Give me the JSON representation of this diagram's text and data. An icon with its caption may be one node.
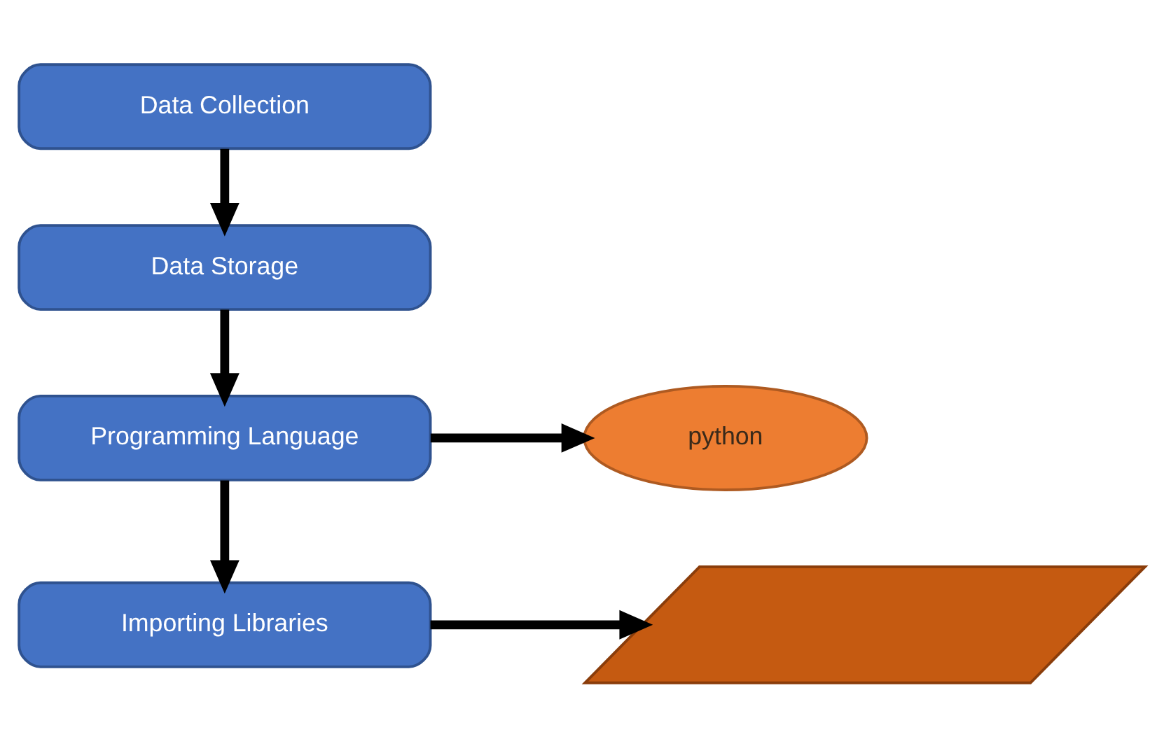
{
  "diagram": {
    "nodes": [
      {
        "text": [
          "Data Collection"
        ]
      },
      {
        "text": [
          "Data Storage"
        ]
      },
      {
        "text": [
          "Programming Language"
        ]
      },
      {
        "text": [
          "python"
        ]
      },
      {
        "text": [
          "Importing Libraries"
        ]
      },
      {
        "text": [],
        "shape": "parallelogram"
      }
    ],
    "edges": [
      {
        "from": 0,
        "to": 1,
        "arrow": "to"
      },
      {
        "from": 1,
        "to": 2,
        "arrow": "to"
      },
      {
        "from": 2,
        "to": 3,
        "arrow": "to"
      },
      {
        "from": 2,
        "to": 4,
        "arrow": "to"
      },
      {
        "from": 4,
        "to": 5,
        "arrow": "to"
      }
    ]
  }
}
